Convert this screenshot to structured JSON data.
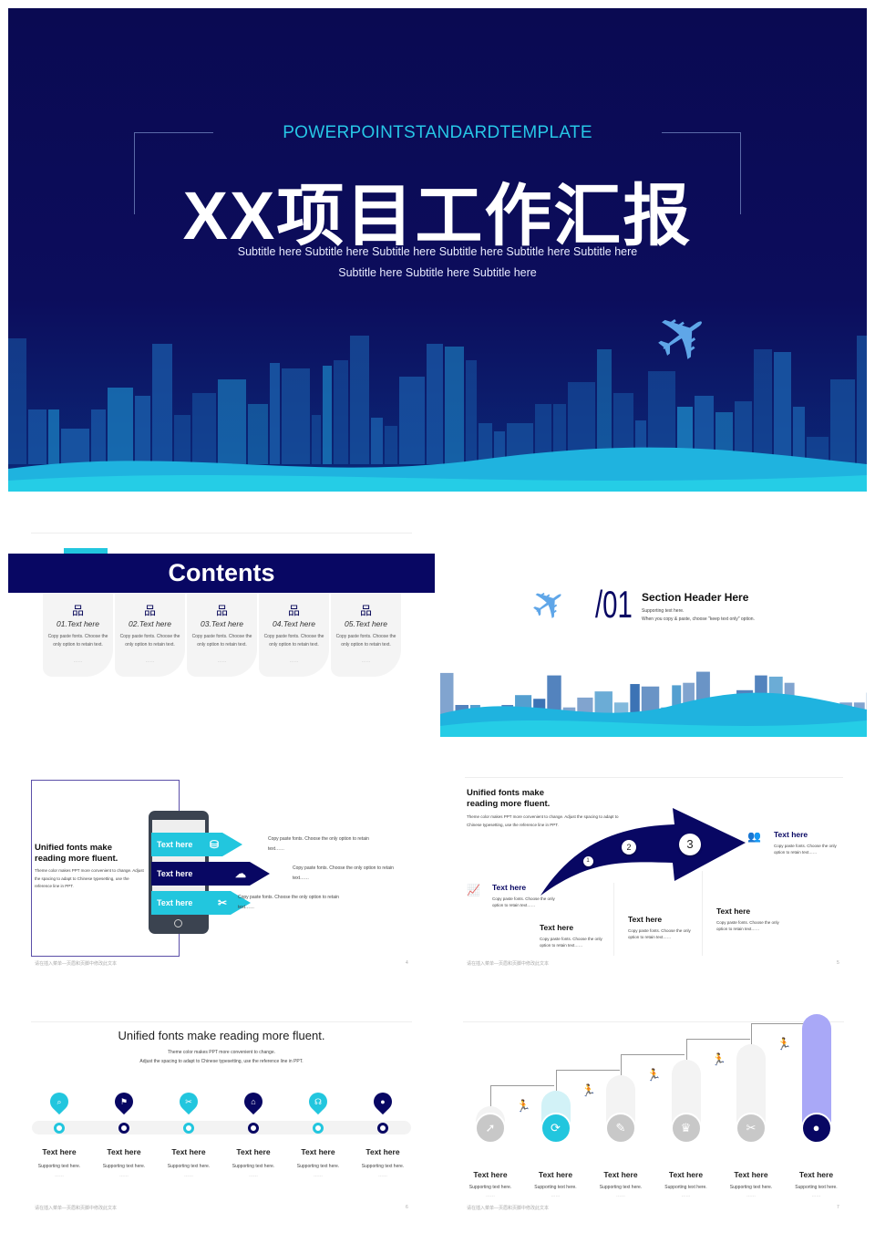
{
  "colors": {
    "navy": "#080763",
    "cyan": "#22c6de",
    "lavender": "#a9a8f7",
    "grey": "#c8c8c8"
  },
  "cover": {
    "eyebrow": "POWERPOINTSTANDARDTEMPLATE",
    "title": "XX项目工作汇报",
    "subtitle_1": "Subtitle here Subtitle here Subtitle here Subtitle here Subtitle here Subtitle here",
    "subtitle_2": "Subtitle here Subtitle here Subtitle here"
  },
  "contents": {
    "title": "Contents",
    "items": [
      {
        "label": "01.Text here",
        "desc": "Copy paste fonts. Choose the only option to retain text.",
        "dots": "……"
      },
      {
        "label": "02.Text here",
        "desc": "Copy paste fonts. Choose the only option to retain text.",
        "dots": "……"
      },
      {
        "label": "03.Text here",
        "desc": "Copy paste fonts. Choose the only option to retain text.",
        "dots": "……"
      },
      {
        "label": "04.Text here",
        "desc": "Copy paste fonts. Choose the only option to retain text.",
        "dots": "……"
      },
      {
        "label": "05.Text here",
        "desc": "Copy paste fonts. Choose the only option to retain text.",
        "dots": "……"
      }
    ]
  },
  "section": {
    "number": "/01",
    "title": "Section Header Here",
    "line1": "Supporting text here.",
    "line2": "When you copy & paste, choose \"keep text only\" option."
  },
  "footer_text": "请在插入菜单—页眉和页脚中修改此文本",
  "slide4": {
    "heading": "Unified fonts make reading more fluent.",
    "body": "Theme color makes PPT more convenient to change. Adjust the spacing to adapt to Chinese typesetting, use the reference line in PPT.",
    "page": "4",
    "items": [
      {
        "label": "Text here",
        "desc": "Copy paste fonts. Choose the only option to retain text……"
      },
      {
        "label": "Text here",
        "desc": "Copy paste fonts. Choose the only option to retain text……"
      },
      {
        "label": "Text here",
        "desc": "Copy paste fonts. Choose the only option to retain text……"
      }
    ]
  },
  "slide5": {
    "heading": "Unified fonts make reading more fluent.",
    "body": "Theme color makes PPT more convenient to change. Adjust the spacing to adapt to Chinese typesetting, use the reference line in PPT.",
    "page": "5",
    "steps": [
      "1",
      "2",
      "3"
    ],
    "items": [
      {
        "label": "Text here",
        "desc": "Copy paste fonts. Choose the only option to retain text……"
      },
      {
        "label": "Text here",
        "desc": "Copy paste fonts. Choose the only option to retain text……"
      },
      {
        "label": "Text here",
        "desc": "Copy paste fonts. Choose the only option to retain text……"
      },
      {
        "label": "Text here",
        "desc": "Copy paste fonts. Choose the only option to retain text……"
      },
      {
        "label": "Text here",
        "desc": "Copy paste fonts. Choose the only option to retain text……"
      }
    ]
  },
  "slide6": {
    "heading": "Unified fonts make reading more fluent.",
    "line1": "Theme color makes PPT more convenient to change.",
    "line2": "Adjust the spacing to adapt to Chinese typesetting, use the reference line in PPT.",
    "page": "6",
    "items": [
      {
        "label": "Text here",
        "sub": "Supporting text here.",
        "dots": "……",
        "icon": "search-icon"
      },
      {
        "label": "Text here",
        "sub": "Supporting text here.",
        "dots": "……",
        "icon": "signpost-icon"
      },
      {
        "label": "Text here",
        "sub": "Supporting text here.",
        "dots": "……",
        "icon": "tools-icon"
      },
      {
        "label": "Text here",
        "sub": "Supporting text here.",
        "dots": "……",
        "icon": "gift-icon"
      },
      {
        "label": "Text here",
        "sub": "Supporting text here.",
        "dots": "……",
        "icon": "headset-icon"
      },
      {
        "label": "Text here",
        "sub": "Supporting text here.",
        "dots": "……",
        "icon": "user-icon"
      }
    ]
  },
  "slide7": {
    "page": "7",
    "items": [
      {
        "label": "Text here",
        "sub": "Supporting text here.",
        "dots": "……",
        "icon": "rocket-icon"
      },
      {
        "label": "Text here",
        "sub": "Supporting text here.",
        "dots": "……",
        "icon": "sync-icon"
      },
      {
        "label": "Text here",
        "sub": "Supporting text here.",
        "dots": "……",
        "icon": "brush-icon"
      },
      {
        "label": "Text here",
        "sub": "Supporting text here.",
        "dots": "……",
        "icon": "trophy-icon"
      },
      {
        "label": "Text here",
        "sub": "Supporting text here.",
        "dots": "……",
        "icon": "tools-icon"
      },
      {
        "label": "Text here",
        "sub": "Supporting text here.",
        "dots": "……",
        "icon": "user-icon"
      }
    ]
  }
}
